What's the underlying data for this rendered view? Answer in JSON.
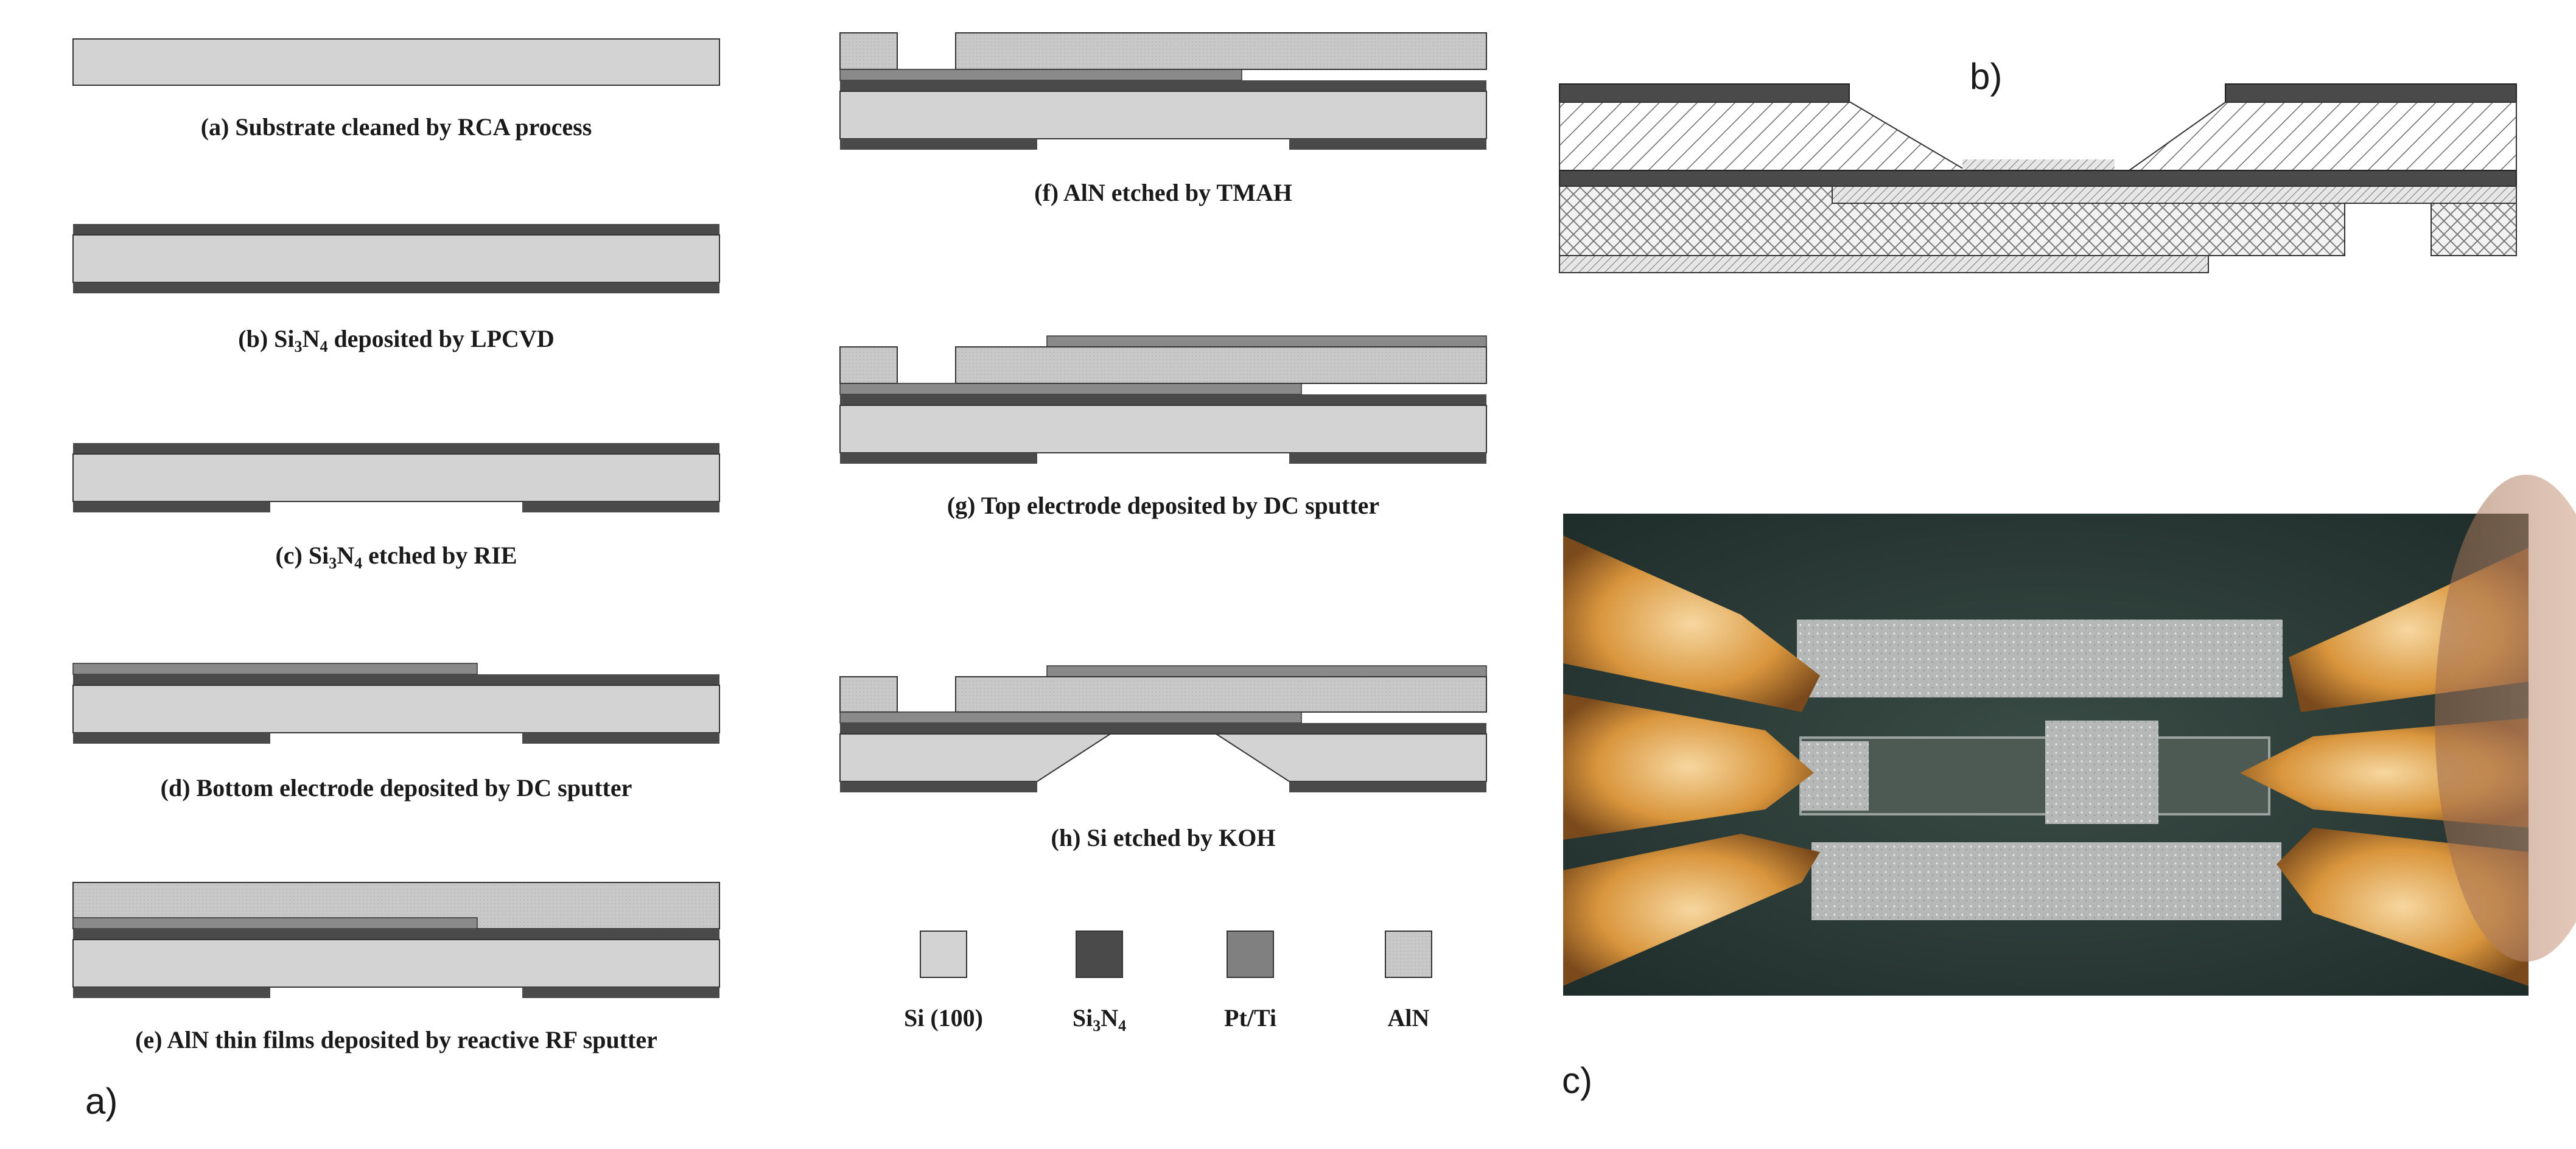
{
  "steps": [
    {
      "pre": "(a) Substrate cleaned by RCA process",
      "sub": "",
      "post": ""
    },
    {
      "pre": "(b) Si",
      "sub": "3",
      "mid": "N",
      "sub2": "4",
      "post": " deposited by LPCVD"
    },
    {
      "pre": "(c) Si",
      "sub": "3",
      "mid": "N",
      "sub2": "4",
      "post": " etched by RIE"
    },
    {
      "pre": "(d) Bottom electrode deposited by DC sputter",
      "sub": "",
      "post": ""
    },
    {
      "pre": "(e) AlN thin films deposited by reactive RF sputter",
      "sub": "",
      "post": ""
    },
    {
      "pre": "(f) AlN etched by TMAH",
      "sub": "",
      "post": ""
    },
    {
      "pre": "(g) Top electrode deposited by DC sputter",
      "sub": "",
      "post": ""
    },
    {
      "pre": "(h) Si etched by KOH",
      "sub": "",
      "post": ""
    }
  ],
  "legend": [
    {
      "label": "Si (100)",
      "color": "#d3d3d3"
    },
    {
      "label_pre": "Si",
      "sub": "3",
      "mid": "N",
      "sub2": "4",
      "color": "#4a4a4a"
    },
    {
      "label": "Pt/Ti",
      "color": "#808080"
    },
    {
      "label": "AlN",
      "color": "#c8c8c8"
    }
  ],
  "panels": {
    "a": "a)",
    "b": "b)",
    "c": "c)"
  },
  "colors": {
    "si": "#d3d3d3",
    "sin": "#4a4a4a",
    "ptti": "#8a8a8a",
    "aln": "#c6c6c6",
    "outline": "#333333"
  }
}
